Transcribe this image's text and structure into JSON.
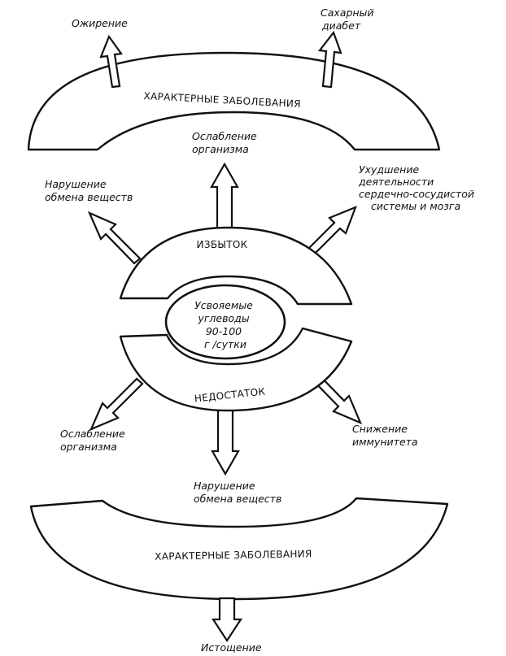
{
  "top_band": {
    "title": "ХАРАКТЕРНЫЕ ЗАБОЛЕВАНИЯ",
    "outcomes": [
      {
        "lines": [
          "Ожирение"
        ]
      },
      {
        "lines": [
          "Сахарный",
          "диабет"
        ]
      }
    ]
  },
  "excess": {
    "title": "ИЗБЫТОК",
    "effects": [
      {
        "lines": [
          "Ослабление",
          "организма"
        ]
      },
      {
        "lines": [
          "Нарушение",
          "обмена веществ"
        ]
      },
      {
        "lines": [
          "Ухудшение",
          "деятельности",
          "сердечно-сосудистой",
          "системы и мозга"
        ]
      }
    ]
  },
  "center": {
    "lines": [
      "Усвояемые",
      "углеводы",
      "90-100",
      "г /сутки"
    ]
  },
  "deficit": {
    "title": "НЕДОСТАТОК",
    "effects": [
      {
        "lines": [
          "Ослабление",
          "организма"
        ]
      },
      {
        "lines": [
          "Нарушение",
          "обмена веществ"
        ]
      },
      {
        "lines": [
          "Снижение",
          "иммунитета"
        ]
      }
    ]
  },
  "bottom_band": {
    "title": "ХАРАКТЕРНЫЕ ЗАБОЛЕВАНИЯ",
    "outcomes": [
      {
        "lines": [
          "Истощение"
        ]
      }
    ]
  }
}
